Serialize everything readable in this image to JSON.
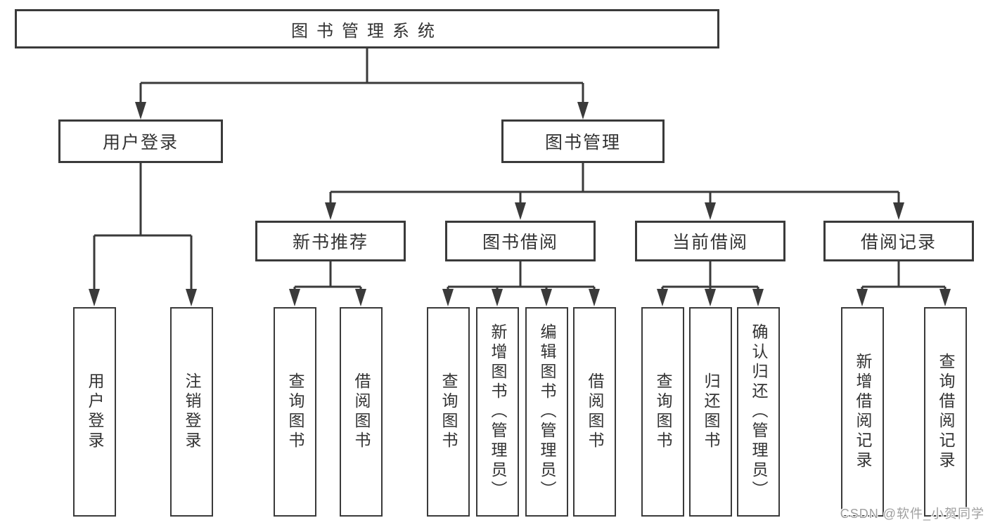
{
  "diagram": {
    "root": {
      "label": "图书管理系统"
    },
    "level1": [
      {
        "label": "用户登录"
      },
      {
        "label": "图书管理"
      }
    ],
    "level2": [
      {
        "label": "新书推荐"
      },
      {
        "label": "图书借阅"
      },
      {
        "label": "当前借阅"
      },
      {
        "label": "借阅记录"
      }
    ],
    "leaves": {
      "login": [
        {
          "label": "用户登录"
        },
        {
          "label": "注销登录"
        }
      ],
      "recommend": [
        {
          "label": "查询图书"
        },
        {
          "label": "借阅图书"
        }
      ],
      "borrow": [
        {
          "label": "查询图书"
        },
        {
          "label": "新增图书（管理员）"
        },
        {
          "label": "编辑图书（管理员）"
        },
        {
          "label": "借阅图书"
        }
      ],
      "current": [
        {
          "label": "查询图书"
        },
        {
          "label": "归还图书"
        },
        {
          "label": "确认归还（管理员）"
        }
      ],
      "records": [
        {
          "label": "新增借阅记录"
        },
        {
          "label": "查询借阅记录"
        }
      ]
    }
  },
  "watermark": {
    "text": "CSDN @软件_小贺同学",
    "color": "#9f9f9f"
  },
  "colors": {
    "line": "#3a3a3a",
    "border": "#3a3a3a",
    "text": "#333333",
    "background": "#ffffff"
  }
}
